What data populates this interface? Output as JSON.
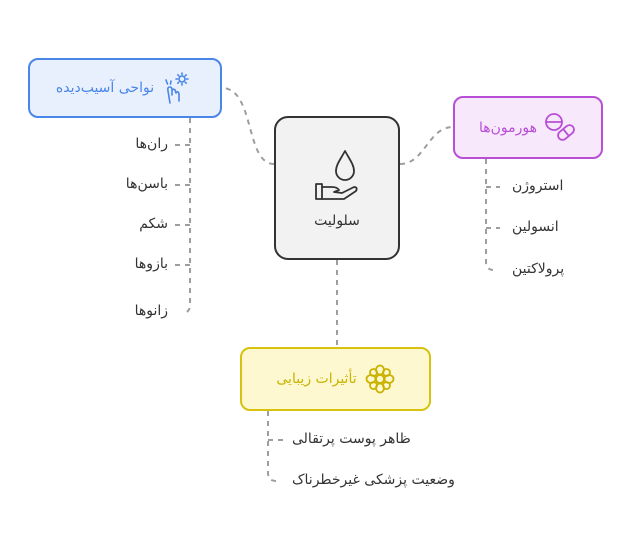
{
  "center": {
    "label": "سلولیت",
    "icon": "hand-droplet-icon"
  },
  "branches": {
    "areas": {
      "label": "نواحی آسیب‌دیده",
      "icon": "gear-finger-icon",
      "color": "#4a86e8",
      "fill": "#e8f0fe",
      "items": [
        "ران‌ها",
        "باسن‌ها",
        "شکم",
        "بازوها",
        "زانوها"
      ]
    },
    "hormones": {
      "label": "هورمون‌ها",
      "icon": "pills-icon",
      "color": "#b84fd6",
      "fill": "#f7e9fb",
      "items": [
        "استروژن",
        "انسولین",
        "پرولاکتین"
      ]
    },
    "effects": {
      "label": "تأثیرات زیبایی",
      "icon": "flower-icon",
      "color": "#d8c210",
      "fill": "#fdf8cf",
      "items": [
        "ظاهر پوست پرتقالی",
        "وضعیت پزشکی غیرخطرناک"
      ]
    }
  }
}
